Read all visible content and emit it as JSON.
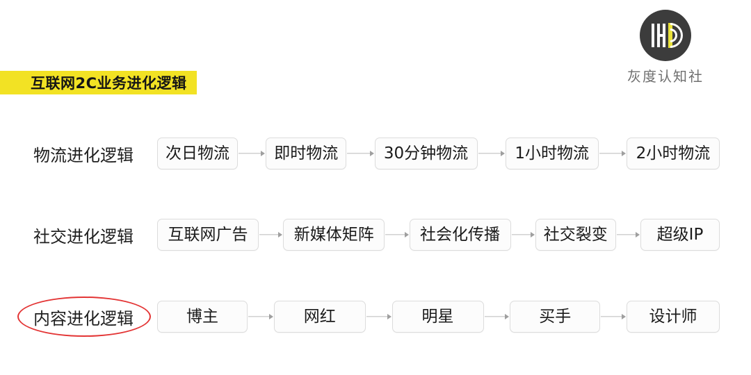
{
  "brand": {
    "logo_icon": "hd-monogram-icon",
    "logo_circle_color": "#3c3c3c",
    "logo_accent_color": "#e9e13a",
    "name": "灰度认知社"
  },
  "title": {
    "text": "互联网2C业务进化逻辑",
    "highlight_color": "#f2e224"
  },
  "highlight": {
    "ellipse_color": "#e33434",
    "target_row_index": 2
  },
  "rows": [
    {
      "label": "物流进化逻辑",
      "highlighted": false,
      "nodes": [
        {
          "label": "次日物流",
          "width": 116
        },
        {
          "label": "即时物流",
          "width": 116
        },
        {
          "label": "30分钟物流",
          "width": 148
        },
        {
          "label": "1小时物流",
          "width": 134
        },
        {
          "label": "2小时物流",
          "width": 134
        }
      ]
    },
    {
      "label": "社交进化逻辑",
      "highlighted": false,
      "nodes": [
        {
          "label": "互联网广告",
          "width": 146
        },
        {
          "label": "新媒体矩阵",
          "width": 146
        },
        {
          "label": "社会化传播",
          "width": 146
        },
        {
          "label": "社交裂变",
          "width": 116
        },
        {
          "label": "超级IP",
          "width": 114
        }
      ]
    },
    {
      "label": "内容进化逻辑",
      "highlighted": true,
      "nodes": [
        {
          "label": "博主",
          "width": 130
        },
        {
          "label": "网红",
          "width": 132
        },
        {
          "label": "明星",
          "width": 132
        },
        {
          "label": "买手",
          "width": 130
        },
        {
          "label": "设计师",
          "width": 134
        }
      ]
    }
  ]
}
